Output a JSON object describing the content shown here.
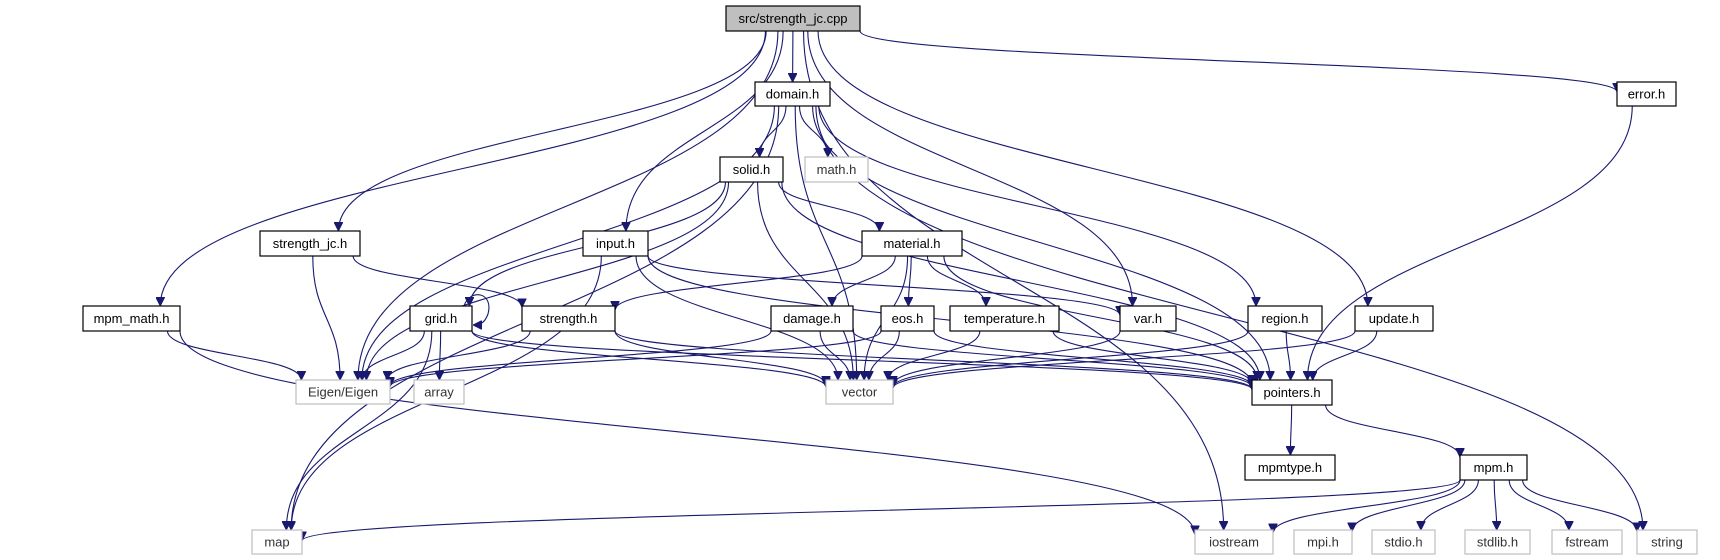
{
  "diagram": {
    "type": "include-dependency-graph",
    "colors": {
      "edge": "#191970",
      "root_fill": "#bfbfbf",
      "node_border": "#000000",
      "external_border": "#bfbfbf"
    },
    "nodes": [
      {
        "id": "strength_jc_cpp",
        "label": "src/strength_jc.cpp",
        "kind": "root"
      },
      {
        "id": "domain_h",
        "label": "domain.h",
        "kind": "internal"
      },
      {
        "id": "error_h",
        "label": "error.h",
        "kind": "internal"
      },
      {
        "id": "solid_h",
        "label": "solid.h",
        "kind": "internal"
      },
      {
        "id": "math_h",
        "label": "math.h",
        "kind": "external"
      },
      {
        "id": "strength_jc_h",
        "label": "strength_jc.h",
        "kind": "internal"
      },
      {
        "id": "input_h",
        "label": "input.h",
        "kind": "internal"
      },
      {
        "id": "material_h",
        "label": "material.h",
        "kind": "internal"
      },
      {
        "id": "mpm_math_h",
        "label": "mpm_math.h",
        "kind": "internal"
      },
      {
        "id": "grid_h",
        "label": "grid.h",
        "kind": "internal"
      },
      {
        "id": "strength_h",
        "label": "strength.h",
        "kind": "internal"
      },
      {
        "id": "damage_h",
        "label": "damage.h",
        "kind": "internal"
      },
      {
        "id": "eos_h",
        "label": "eos.h",
        "kind": "internal"
      },
      {
        "id": "temperature_h",
        "label": "temperature.h",
        "kind": "internal"
      },
      {
        "id": "var_h",
        "label": "var.h",
        "kind": "internal"
      },
      {
        "id": "region_h",
        "label": "region.h",
        "kind": "internal"
      },
      {
        "id": "update_h",
        "label": "update.h",
        "kind": "internal"
      },
      {
        "id": "eigen",
        "label": "Eigen/Eigen",
        "kind": "external"
      },
      {
        "id": "array",
        "label": "array",
        "kind": "external"
      },
      {
        "id": "vector",
        "label": "vector",
        "kind": "external"
      },
      {
        "id": "pointers_h",
        "label": "pointers.h",
        "kind": "internal"
      },
      {
        "id": "mpmtype_h",
        "label": "mpmtype.h",
        "kind": "internal"
      },
      {
        "id": "mpm_h",
        "label": "mpm.h",
        "kind": "internal"
      },
      {
        "id": "map",
        "label": "map",
        "kind": "external"
      },
      {
        "id": "iostream",
        "label": "iostream",
        "kind": "external"
      },
      {
        "id": "mpi_h",
        "label": "mpi.h",
        "kind": "external"
      },
      {
        "id": "stdio_h",
        "label": "stdio.h",
        "kind": "external"
      },
      {
        "id": "stdlib_h",
        "label": "stdlib.h",
        "kind": "external"
      },
      {
        "id": "fstream",
        "label": "fstream",
        "kind": "external"
      },
      {
        "id": "string",
        "label": "string",
        "kind": "external"
      }
    ],
    "edges": [
      [
        "strength_jc_cpp",
        "domain_h"
      ],
      [
        "strength_jc_cpp",
        "error_h"
      ],
      [
        "strength_jc_cpp",
        "strength_jc_h"
      ],
      [
        "strength_jc_cpp",
        "input_h"
      ],
      [
        "strength_jc_cpp",
        "mpm_math_h"
      ],
      [
        "strength_jc_cpp",
        "eigen"
      ],
      [
        "strength_jc_cpp",
        "var_h"
      ],
      [
        "strength_jc_cpp",
        "update_h"
      ],
      [
        "strength_jc_cpp",
        "iostream"
      ],
      [
        "domain_h",
        "solid_h"
      ],
      [
        "domain_h",
        "math_h"
      ],
      [
        "domain_h",
        "eigen"
      ],
      [
        "domain_h",
        "vector"
      ],
      [
        "domain_h",
        "map"
      ],
      [
        "domain_h",
        "region_h"
      ],
      [
        "domain_h",
        "pointers_h"
      ],
      [
        "domain_h",
        "string"
      ],
      [
        "error_h",
        "pointers_h"
      ],
      [
        "solid_h",
        "material_h"
      ],
      [
        "solid_h",
        "grid_h"
      ],
      [
        "solid_h",
        "eigen"
      ],
      [
        "solid_h",
        "vector"
      ],
      [
        "solid_h",
        "pointers_h"
      ],
      [
        "strength_jc_h",
        "strength_h"
      ],
      [
        "strength_jc_h",
        "eigen"
      ],
      [
        "input_h",
        "map"
      ],
      [
        "input_h",
        "var_h"
      ],
      [
        "input_h",
        "vector"
      ],
      [
        "input_h",
        "pointers_h"
      ],
      [
        "material_h",
        "strength_h"
      ],
      [
        "material_h",
        "damage_h"
      ],
      [
        "material_h",
        "eos_h"
      ],
      [
        "material_h",
        "temperature_h"
      ],
      [
        "material_h",
        "vector"
      ],
      [
        "material_h",
        "pointers_h"
      ],
      [
        "mpm_math_h",
        "eigen"
      ],
      [
        "mpm_math_h",
        "iostream"
      ],
      [
        "grid_h",
        "grid_h"
      ],
      [
        "grid_h",
        "eigen"
      ],
      [
        "grid_h",
        "array"
      ],
      [
        "grid_h",
        "vector"
      ],
      [
        "grid_h",
        "map"
      ],
      [
        "grid_h",
        "pointers_h"
      ],
      [
        "strength_h",
        "eigen"
      ],
      [
        "strength_h",
        "vector"
      ],
      [
        "strength_h",
        "pointers_h"
      ],
      [
        "damage_h",
        "eigen"
      ],
      [
        "damage_h",
        "vector"
      ],
      [
        "damage_h",
        "pointers_h"
      ],
      [
        "eos_h",
        "eigen"
      ],
      [
        "eos_h",
        "vector"
      ],
      [
        "eos_h",
        "pointers_h"
      ],
      [
        "temperature_h",
        "vector"
      ],
      [
        "temperature_h",
        "pointers_h"
      ],
      [
        "var_h",
        "vector"
      ],
      [
        "region_h",
        "vector"
      ],
      [
        "region_h",
        "pointers_h"
      ],
      [
        "update_h",
        "vector"
      ],
      [
        "update_h",
        "pointers_h"
      ],
      [
        "pointers_h",
        "mpmtype_h"
      ],
      [
        "pointers_h",
        "mpm_h"
      ],
      [
        "mpm_h",
        "map"
      ],
      [
        "mpm_h",
        "iostream"
      ],
      [
        "mpm_h",
        "mpi_h"
      ],
      [
        "mpm_h",
        "stdio_h"
      ],
      [
        "mpm_h",
        "stdlib_h"
      ],
      [
        "mpm_h",
        "fstream"
      ],
      [
        "mpm_h",
        "string"
      ]
    ]
  }
}
